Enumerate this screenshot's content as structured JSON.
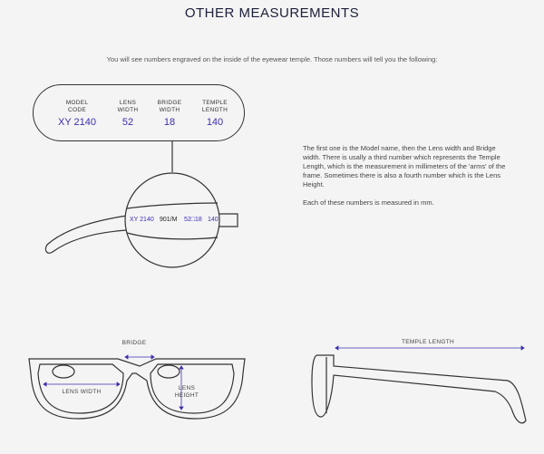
{
  "header": {
    "title": "OTHER MEASUREMENTS"
  },
  "intro": "You will see numbers engraved on the inside of the eyewear temple. Those numbers will tell you the following:",
  "measure_box": {
    "columns": [
      {
        "label": "MODEL\nCODE",
        "value": "XY 2140"
      },
      {
        "label": "LENS\nWIDTH",
        "value": "52"
      },
      {
        "label": "BRIDGE\nWIDTH",
        "value": "18"
      },
      {
        "label": "TEMPLE\nLENGTH",
        "value": "140"
      }
    ]
  },
  "temple_engraving": {
    "model": "XY 2140",
    "code": "901/M",
    "lens_bridge": "52□18",
    "temple": "140"
  },
  "description": {
    "p1": "The first one is the Model name, then the Lens width and Bridge width. There is usally a third number which represents the Temple Length, which is the measurement in millimeters of the 'arms' of the frame. Sometimes there is also a fourth number which is the Lens Height.",
    "p2": "Each of these numbers is measured in mm."
  },
  "diagram_labels": {
    "bridge": "BRIDGE",
    "lens_width": "LENS WIDTH",
    "lens_height": "LENS\nHEIGHT",
    "temple_length": "TEMPLE LENGTH"
  },
  "colors": {
    "accent": "#3a2fb0",
    "line": "#333333",
    "background": "#f4f4f4"
  }
}
